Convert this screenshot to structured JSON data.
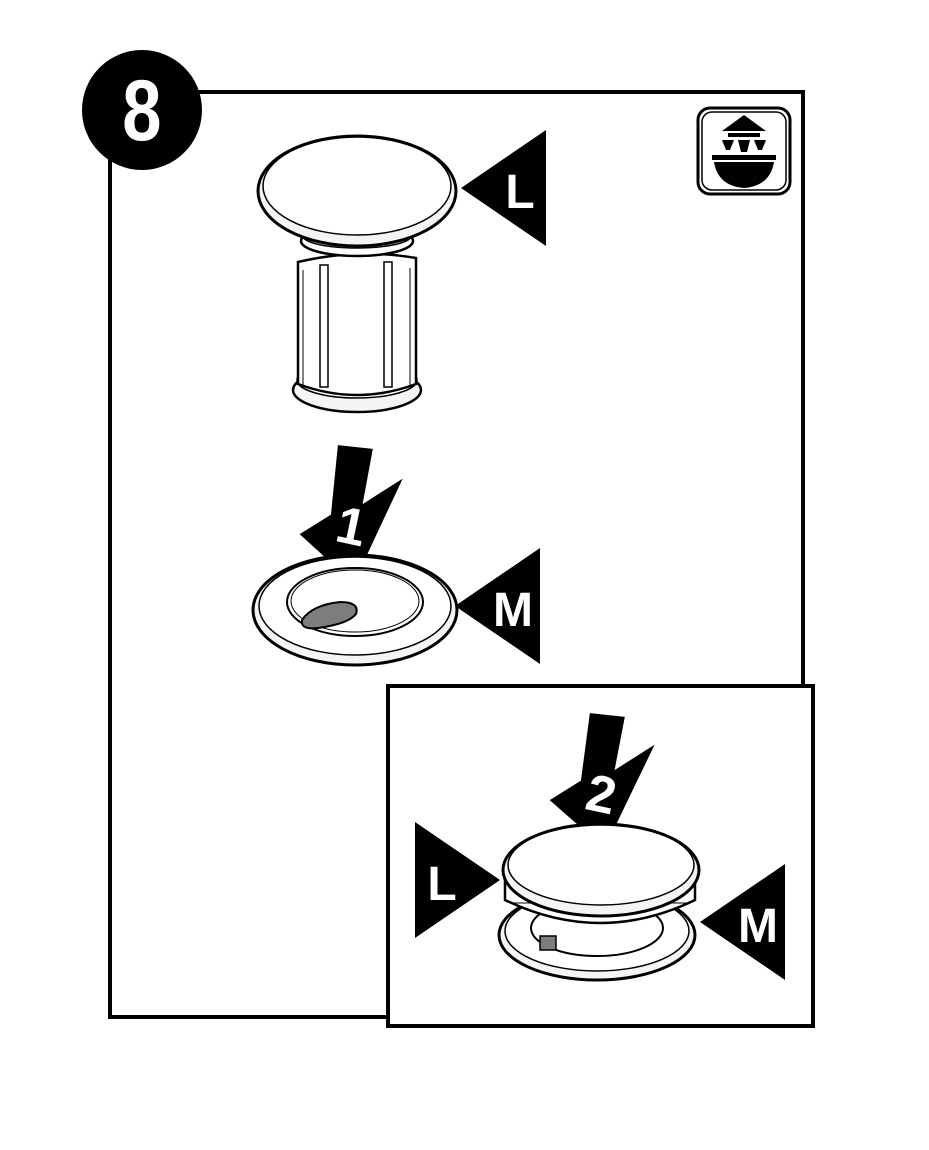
{
  "step": {
    "number": "8"
  },
  "labels": {
    "part_l": "L",
    "part_m": "M",
    "detail_l": "L",
    "detail_m": "M"
  },
  "arrows": {
    "first": "1",
    "second": "2"
  },
  "icons": {
    "corner": "pop-up-stopper-icon"
  },
  "colors": {
    "ink": "#000000",
    "paper": "#ffffff",
    "light_grey": "#f4f4f4",
    "mid_grey": "#7d7d7d"
  }
}
